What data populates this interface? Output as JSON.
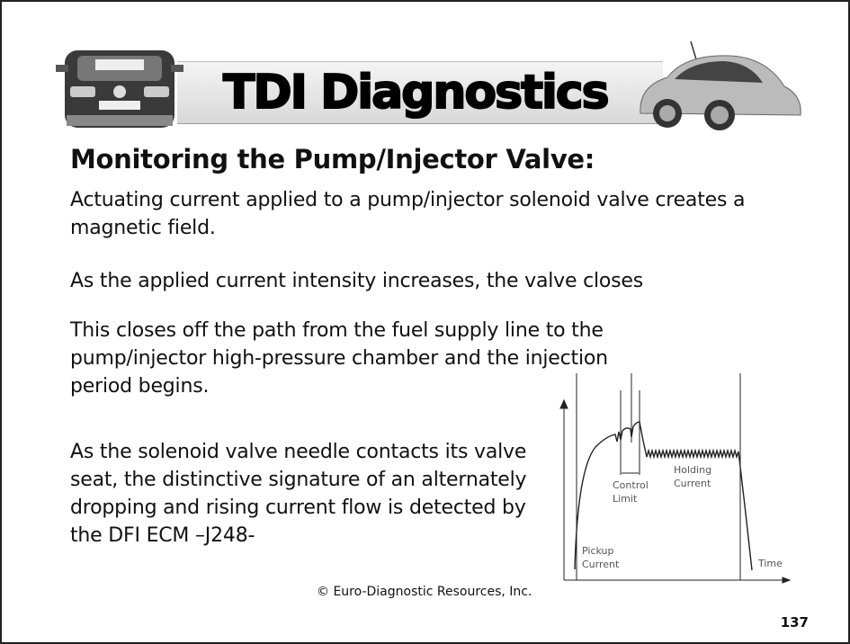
{
  "header": {
    "title": "TDI Diagnostics"
  },
  "slide": {
    "heading": "Monitoring the Pump/Injector Valve:",
    "paragraphs": [
      "Actuating current applied to a pump/injector solenoid valve creates a magnetic field.",
      "As the applied current intensity increases, the valve closes",
      "This closes off the path from the fuel supply line to the pump/injector high-pressure chamber and the injection period begins.",
      "As the solenoid valve needle contacts its valve seat, the distinctive signature of an alternately dropping and rising current flow is detected by the DFI ECM –J248-"
    ]
  },
  "diagram": {
    "labels": {
      "control": "Control",
      "limit": "Limit",
      "holding": "Holding",
      "current1": "Current",
      "pickup": "Pickup",
      "current2": "Current",
      "time": "Time"
    }
  },
  "footer": {
    "copyright": "© Euro-Diagnostic Resources, Inc.",
    "page_number": "137"
  }
}
